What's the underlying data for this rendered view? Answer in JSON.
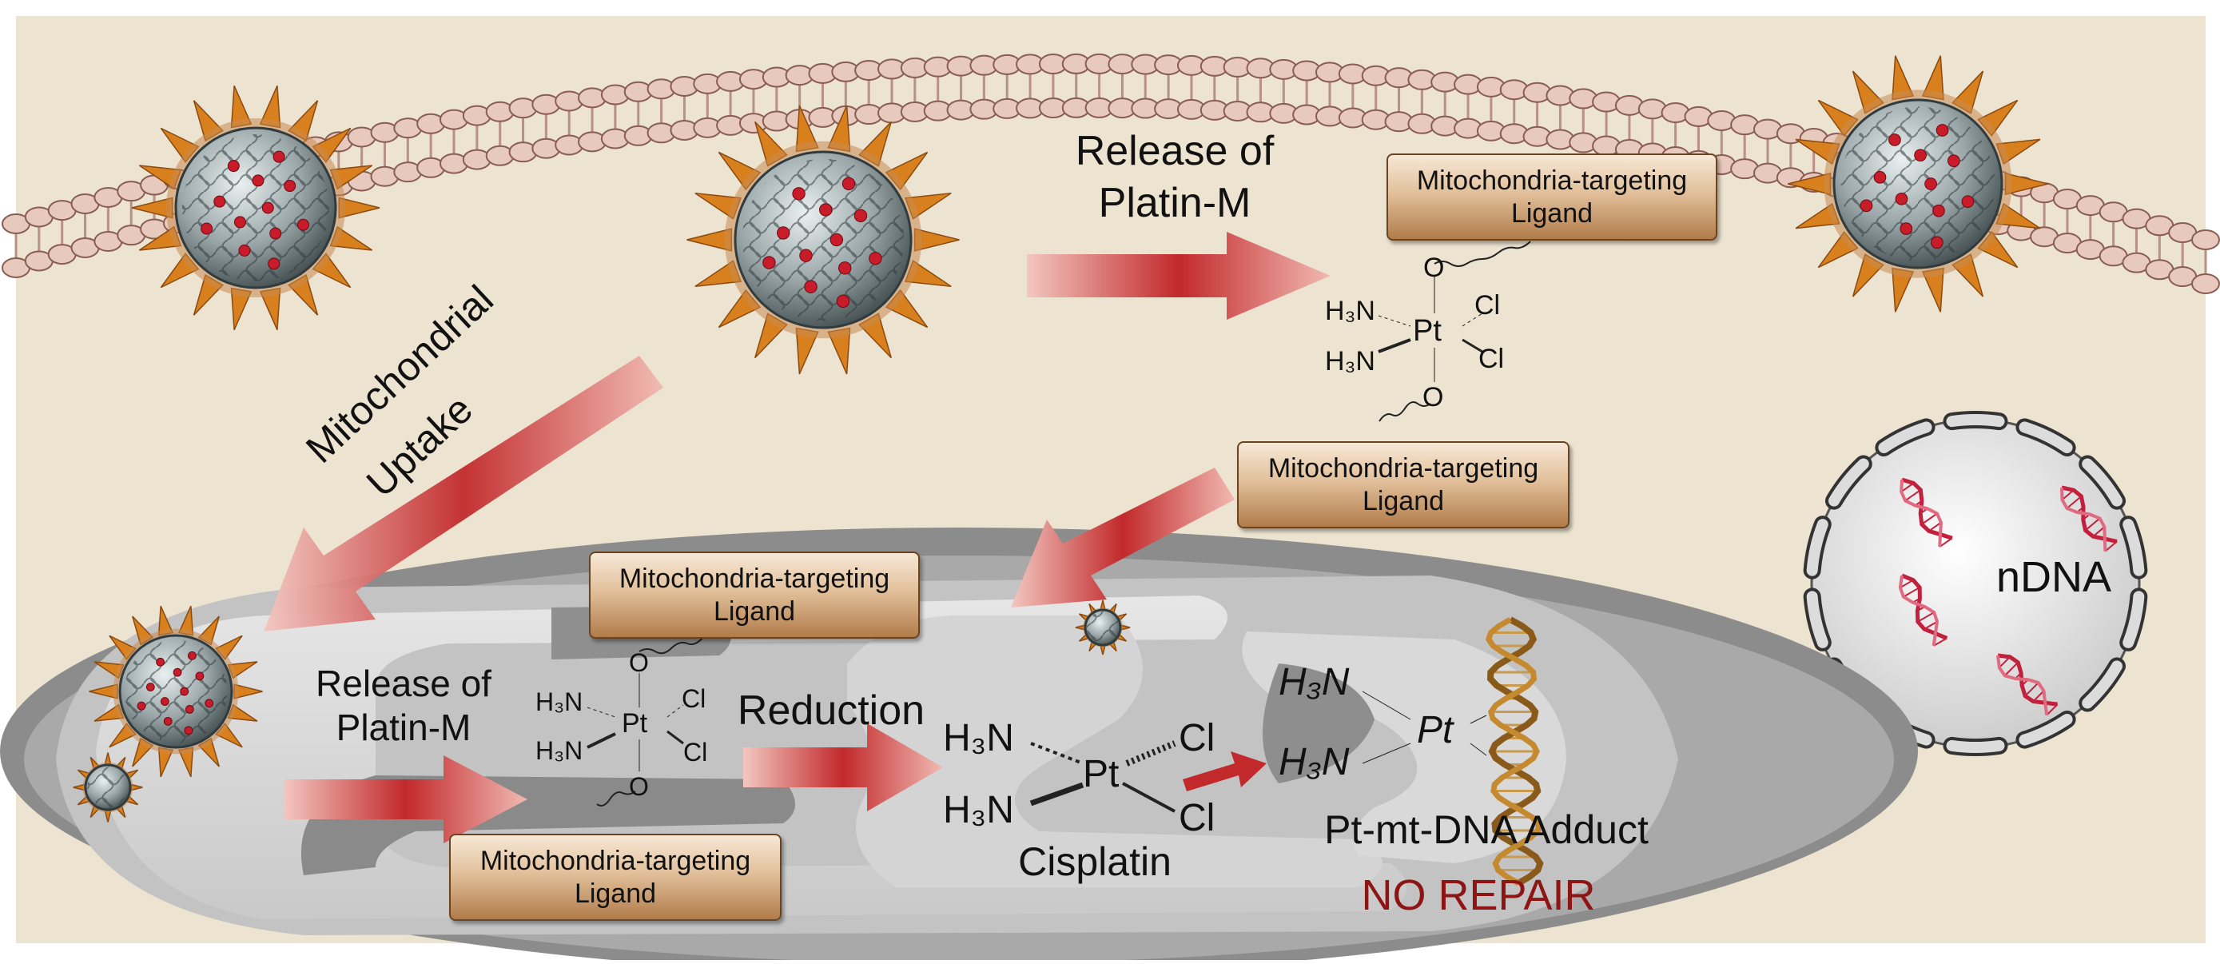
{
  "labels": {
    "release_top_line1": "Release of",
    "release_top_line2": "Platin-M",
    "mito_uptake_line1": "Mitochondrial",
    "mito_uptake_line2": "Uptake",
    "release_inner_line1": "Release of",
    "release_inner_line2": "Platin-M",
    "reduction": "Reduction",
    "cisplatin": "Cisplatin",
    "adduct": "Pt-mt-DNA Adduct",
    "no_repair": "NO REPAIR",
    "ndna": "nDNA"
  },
  "ligand_boxes": {
    "top": "Mitochondria-targeting\nLigand",
    "right": "Mitochondria-targeting\nLigand",
    "inner_top": "Mitochondria-targeting\nLigand",
    "inner_bottom": "Mitochondria-targeting\nLigand"
  },
  "chem": {
    "h3n": "H₃N",
    "pt": "Pt",
    "cl": "Cl",
    "o": "O"
  },
  "colors": {
    "background": "#ece3d0",
    "membrane": "#d9b6a6",
    "mitochondrion_outer": "#8f8f8f",
    "arrow_red": "#b01c1c",
    "no_repair": "#8f1414",
    "dna": "#c2203c",
    "nanoparticle_spike": "#d9801e"
  }
}
